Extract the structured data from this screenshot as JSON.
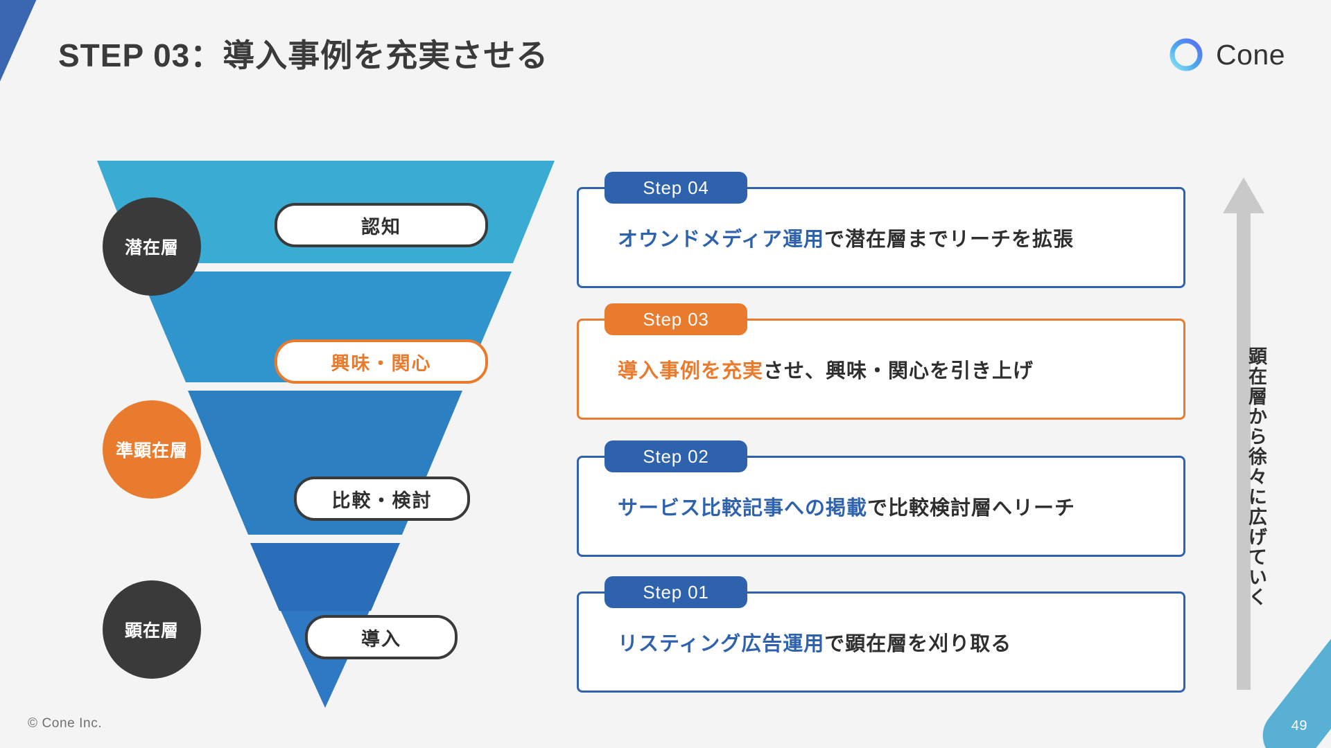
{
  "slide": {
    "title": "STEP 03：導入事例を充実させる",
    "page_number": "49",
    "footer": "© Cone Inc.",
    "background_color": "#f4f4f4"
  },
  "brand": {
    "name": "Cone",
    "logo_icon": "cone-ring-icon",
    "ring_gradient_from": "#5a6bf0",
    "ring_gradient_to": "#4fc3f0"
  },
  "colors": {
    "accent_blue": "#2f62ad",
    "accent_orange": "#e87b2d",
    "dark": "#3a3a3a",
    "funnel_band_1": "#3aabd2",
    "funnel_band_2": "#2f95cc",
    "funnel_band_3": "#2c7fc0",
    "funnel_band_4": "#2a6db8",
    "funnel_tip": "#2f78c4"
  },
  "funnel": {
    "bands": [
      {
        "label": "認知",
        "style": "dark",
        "color": "#3aabd2"
      },
      {
        "label": "興味・関心",
        "style": "orange",
        "color": "#2f95cc"
      },
      {
        "label": "比較・検討",
        "style": "dark",
        "color": "#2c7fc0"
      },
      {
        "label": "導入",
        "style": "dark",
        "color": "#2a6db8"
      }
    ],
    "stages": [
      {
        "label": "潜在層",
        "color": "#3a3a3a"
      },
      {
        "label": "準顕在層",
        "color": "#e87b2d"
      },
      {
        "label": "顕在層",
        "color": "#3a3a3a"
      }
    ]
  },
  "steps": [
    {
      "tag": "Step 04",
      "highlight": "オウンドメディア運用",
      "rest": "で潜在層までリーチを拡張",
      "accent": "blue"
    },
    {
      "tag": "Step 03",
      "highlight": "導入事例を充実",
      "rest": "させ、興味・関心を引き上げ",
      "accent": "orange"
    },
    {
      "tag": "Step 02",
      "highlight": "サービス比較記事への掲載",
      "rest": "で比較検討層へリーチ",
      "accent": "blue"
    },
    {
      "tag": "Step 01",
      "highlight": "リスティング広告運用",
      "rest": "で顕在層を刈り取る",
      "accent": "blue"
    }
  ],
  "side_note": {
    "caption": "顕在層から徐々に広げていく",
    "arrow_direction": "up",
    "arrow_color": "#c9c9c9"
  }
}
